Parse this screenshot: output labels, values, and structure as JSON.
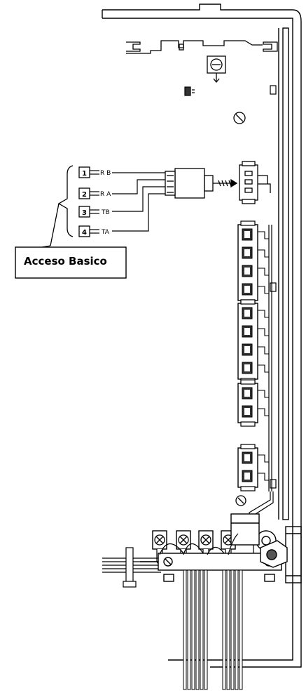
{
  "callout": {
    "title": "Acceso Basico"
  },
  "terminals": [
    {
      "number": "1",
      "label": "R B"
    },
    {
      "number": "2",
      "label": "R A"
    },
    {
      "number": "3",
      "label": "TB"
    },
    {
      "number": "4",
      "label": "TA"
    }
  ],
  "colors": {
    "line": "#000000",
    "fill_dark": "#333333",
    "background": "#ffffff"
  }
}
